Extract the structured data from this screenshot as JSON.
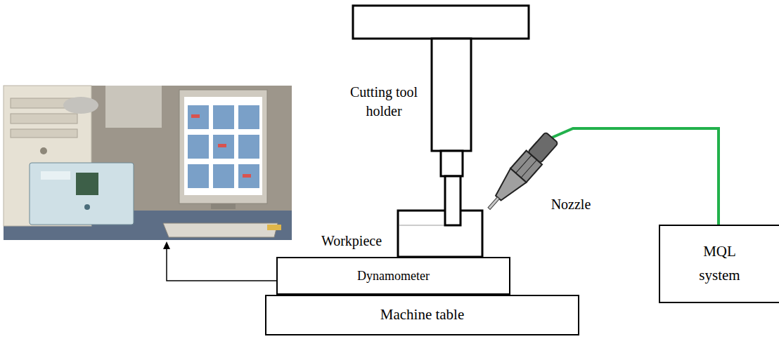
{
  "diagram": {
    "nodes": [
      {
        "text": [
          "Dynamometer"
        ]
      },
      {
        "text": [
          "Machine table"
        ]
      },
      {
        "text": [
          "MQL system"
        ]
      }
    ],
    "labels": [
      "Cutting tool holder",
      "Nozzle",
      "Workpiece"
    ]
  }
}
